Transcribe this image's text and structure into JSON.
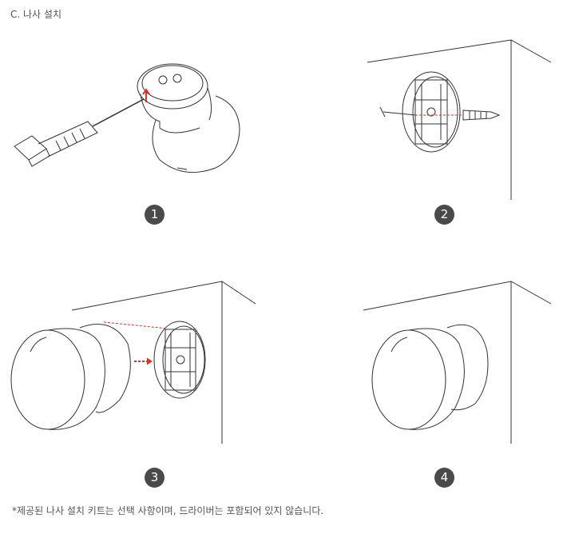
{
  "section_title": "C. 나사 설치",
  "steps": [
    "1",
    "2",
    "3",
    "4"
  ],
  "footnote": "*제공된 나사 설치 키트는 선택 사항이며, 드라이버는 포함되어 있지 않습니다.",
  "colors": {
    "line": "#333333",
    "accent": "#d9342b",
    "badge": "#4a4a4a"
  }
}
